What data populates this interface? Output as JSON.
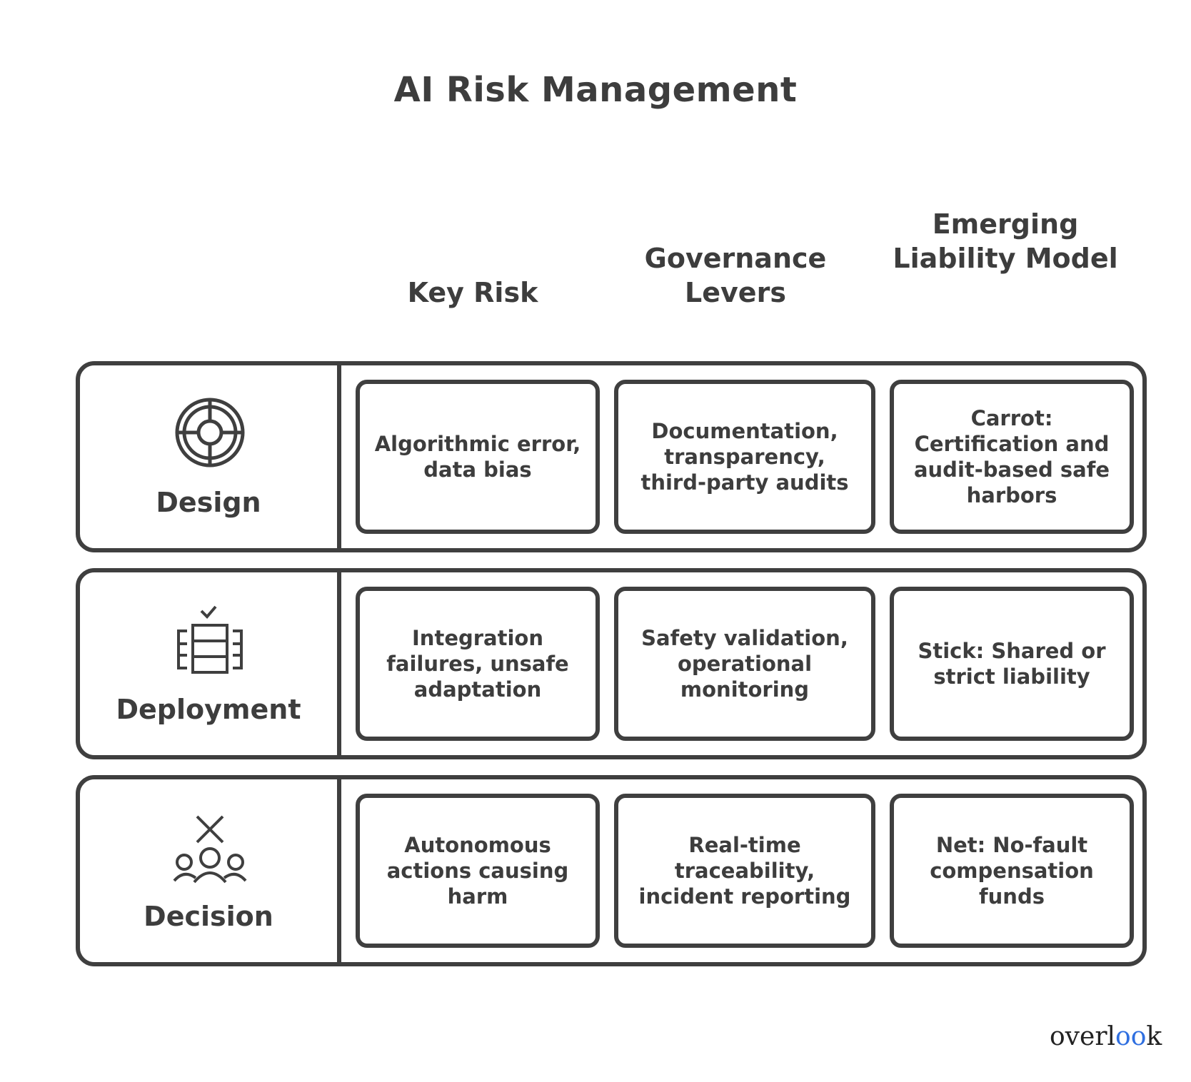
{
  "title": "AI Risk Management",
  "columns": [
    "Key Risk",
    "Governance Levers",
    "Emerging Liability Model"
  ],
  "rows": [
    {
      "stage": "Design",
      "icon": "target-icon",
      "key_risk": "Algorithmic error, data bias",
      "governance_levers": "Documentation, transparency, third-party audits",
      "liability_model": "Carrot: Certification and audit-based safe harbors"
    },
    {
      "stage": "Deployment",
      "icon": "server-check-icon",
      "key_risk": "Integration failures, unsafe adaptation",
      "governance_levers": "Safety validation, operational monitoring",
      "liability_model": "Stick: Shared or strict liability"
    },
    {
      "stage": "Decision",
      "icon": "people-decision-icon",
      "key_risk": "Autonomous actions causing harm",
      "governance_levers": "Real-time traceability, incident reporting",
      "liability_model": "Net: No-fault compensation funds"
    }
  ],
  "brand": {
    "prefix": "overl",
    "middle": "oo",
    "suffix": "k"
  },
  "colors": {
    "stroke": "#3f3f3f",
    "brand_accent": "#2f6fe0"
  }
}
